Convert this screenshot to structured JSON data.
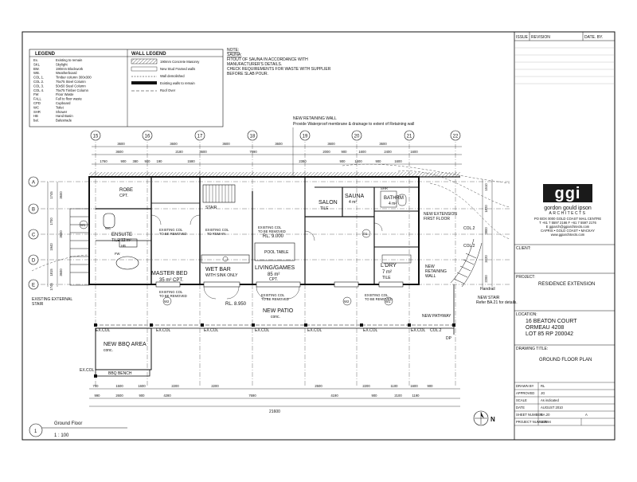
{
  "title_block": {
    "issue_label": "ISSUE",
    "revision_label": "REVISION",
    "date_by_label": "DATE. BY.",
    "firm": {
      "logo_text": "ggi",
      "name": "gordon gould ipson",
      "subtitle": "ARCHITECTS",
      "contact": [
        "PO BOX 0000 GOLD COAST MAIL CENTRE",
        "T +61 7 5597 2166   F +61 7 5597 2176",
        "E ggiarch@ggiarchitects.com",
        "CAPRIS • GOLD COAST • MACKAY",
        "www.ggiarchitects.com"
      ]
    },
    "client_label": "CLIENT:",
    "project_label": "PROJECT:",
    "project_value": "RESIDENCE EXTENSION",
    "location_label": "LOCATION:",
    "location_lines": [
      "16 BEATON COURT",
      "ORMEAU 4208",
      "LOT 85 RP 200042"
    ],
    "drawing_title_label": "DRAWING TITLE:",
    "drawing_title_value": "GROUND FLOOR PLAN",
    "drawn_by_label": "DRAWN BY",
    "drawn_by_value": "RL",
    "approved_label": "APPROVED",
    "approved_value": "JG",
    "scale_label": "SCALE",
    "scale_value": "As indicated",
    "date_label": "DATE",
    "date_value": "AUGUST 2010",
    "sheet_label": "SHEET NUMBER",
    "sheet_value": "BA.20",
    "sheet_rev": "A",
    "project_no_label": "PROJECT NUMBER",
    "project_no_value": "10/594"
  },
  "legend": {
    "title": "LEGEND",
    "items": [
      {
        "code": "Ex.",
        "desc": "Existing to remain"
      },
      {
        "code": "SKL",
        "desc": "Skylight"
      },
      {
        "code": "BW.",
        "desc": "190mm Blockwork"
      },
      {
        "code": "WB.",
        "desc": "Weatherboard"
      },
      {
        "code": "COL 1.",
        "desc": "Timber column 300x300"
      },
      {
        "code": "COL 2.",
        "desc": "75x75 Steel Column"
      },
      {
        "code": "COL 3.",
        "desc": "50x50 Steel Column"
      },
      {
        "code": "COL 4.",
        "desc": "75x75 Timber Column"
      },
      {
        "code": "FW",
        "desc": "Floor Waste"
      },
      {
        "code": "FALL",
        "desc": "Fall to floor waste"
      },
      {
        "code": "CPD",
        "desc": "Cupboard"
      },
      {
        "code": "WC",
        "desc": "Toilet"
      },
      {
        "code": "SHR",
        "desc": "Shower"
      },
      {
        "code": "HB",
        "desc": "Hand Basin"
      },
      {
        "code": "bal.",
        "desc": "Balustrade"
      }
    ]
  },
  "wall_legend": {
    "title": "WALL LEGEND",
    "items": [
      "190mm Concrete Masonry",
      "New Stud Framed walls",
      "Wall demolished",
      "Existing walls to remain",
      "Roof Over"
    ]
  },
  "note": {
    "heading": "NOTE:",
    "sub": "SAUNA:",
    "lines": [
      "FITOUT OF SAUNA IN ACCORDANCE WITH",
      "MANUFACTURER'S DETAILS.",
      "CHECK REQUIREMENTS FOR WASTE WITH SUPPLIER",
      "BEFORE SLAB POUR."
    ]
  },
  "plan": {
    "grid_cols": [
      "15",
      "16",
      "17",
      "18",
      "19",
      "20",
      "21",
      "22"
    ],
    "grid_rows": [
      "A",
      "B",
      "C",
      "D",
      "E"
    ],
    "retaining_wall": {
      "title": "NEW RETAINING WALL",
      "text": "Provide Waterproof membrane & drainage to extent of Retaining wall"
    },
    "top_dims_1": [
      "3600",
      "3600",
      "3600",
      "3600",
      "3600",
      "3600"
    ],
    "top_dims_2": [
      "3600",
      "2180",
      "3600",
      "7690",
      "2000",
      "900",
      "1600",
      "2400",
      "1600"
    ],
    "top_dims_3": [
      "1760",
      "900",
      "380",
      "900",
      "190",
      "1580",
      "2380",
      "900",
      "1600",
      "900",
      "1600"
    ],
    "row_dims_left": [
      "1745",
      "1700",
      "1940",
      "1815",
      "1745"
    ],
    "row_dims_left_2": [
      "3600",
      "3600",
      "3600"
    ],
    "row_dims_right": [
      "1510",
      "1820",
      "2800",
      "3420",
      "2200"
    ],
    "bottom_dims_1": [
      "700",
      "1500",
      "1600",
      "2200",
      "2200",
      "2500",
      "2200",
      "1100",
      "1600",
      "900"
    ],
    "bottom_dims_2": [
      "990",
      "2600",
      "900",
      "4280",
      "7690",
      "4190",
      "900",
      "2100",
      "1190"
    ],
    "overall": "21600",
    "rooms": {
      "robe": "ROBE",
      "robe_cpt": "CPT.",
      "ensuite": "ENSUITE",
      "ensuite_area": "TILE 12 m²",
      "master": "MASTER BED",
      "master_area": "35 m² CPT.",
      "wetbar": "WET BAR",
      "wetbar_sub": "WITH SINK ONLY",
      "living": "LIVING/GAMES",
      "living_area": "85 m²",
      "living_cpt": "CPT.",
      "rl_living": "RL. 9.000",
      "pool_table": "POOL TABLE",
      "salon": "SALON",
      "salon_tile": "TILE",
      "sauna": "SAUNA",
      "sauna_area": "4 m²",
      "bathrm": "BATHRM",
      "bathrm_area": "4 m²",
      "lndry": "L'DRY",
      "lndry_area": "7 m²",
      "lndry_tile": "TILE",
      "patio": "NEW PATIO",
      "patio_sub": "conc.",
      "rl_patio": "RL. 8.950",
      "bbq": "NEW BBQ AREA",
      "bbq_sub": "conc.",
      "bbq_bench": "BBQ BENCH",
      "new_ext": "NEW EXTENSION",
      "new_ext_sub": "FIRST FLOOR",
      "new_ret": "NEW",
      "new_ret_2": "RETAINING",
      "new_ret_3": "WALL",
      "stair_ext": "EXISTING EXTERNAL",
      "stair_ext_2": "STAIR",
      "new_pathway": "NEW PATHWAY",
      "new_stair": "NEW STAIR",
      "new_stair_ref": "Refer BA.21 for details.",
      "handrail": "Handrail",
      "ex_col": "EX.COL",
      "col2": "COL.2",
      "dp": "DP",
      "stair": "STAIR",
      "existing_col": "EXISTING COL",
      "to_remove": "TO BE REMOVED",
      "to_remain": "TO REMAIN",
      "w1": "W1",
      "w2": "W2",
      "d1": "D1",
      "fw": "FW",
      "hb": "HB",
      "shr": "SHR",
      "wc": "WC"
    }
  },
  "drawing_label": {
    "number": "1",
    "title": "Ground Floor",
    "scale": "1 : 100"
  },
  "north": "N"
}
